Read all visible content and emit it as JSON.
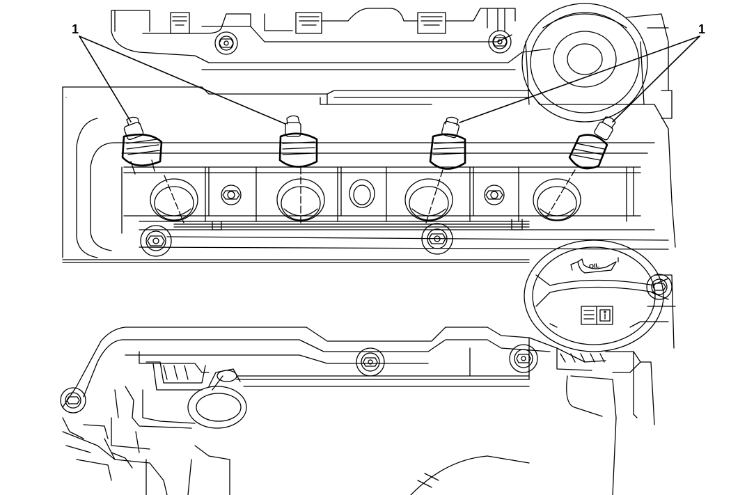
{
  "diagram": {
    "callouts": [
      {
        "label": "1"
      },
      {
        "label": "1"
      }
    ],
    "oil_cap": {
      "text": "OIL"
    },
    "colors": {
      "line": "#000000",
      "background": "#ffffff"
    }
  }
}
